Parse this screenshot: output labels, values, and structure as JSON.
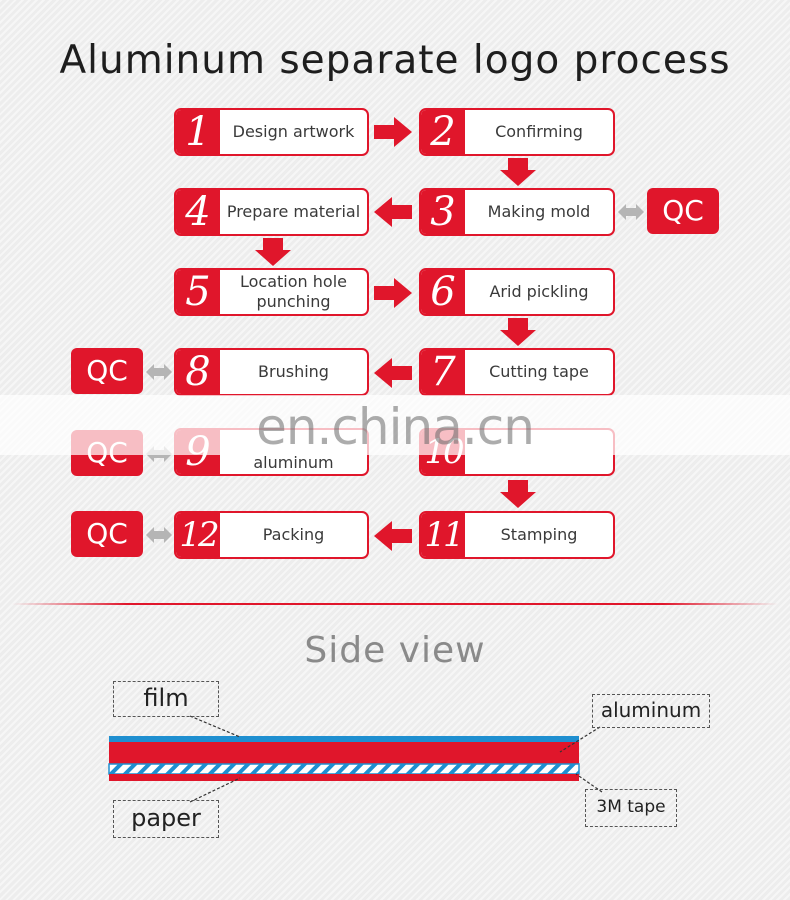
{
  "title": "Aluminum separate logo process",
  "steps": [
    {
      "num": "1",
      "label": "Design artwork"
    },
    {
      "num": "2",
      "label": "Confirming"
    },
    {
      "num": "3",
      "label": "Making mold"
    },
    {
      "num": "4",
      "label": "Prepare material"
    },
    {
      "num": "5",
      "label": "Location hole punching"
    },
    {
      "num": "6",
      "label": "Arid pickling"
    },
    {
      "num": "7",
      "label": "Cutting tape"
    },
    {
      "num": "8",
      "label": "Brushing"
    },
    {
      "num": "9",
      "label": "aluminum"
    },
    {
      "num": "10",
      "label": ""
    },
    {
      "num": "11",
      "label": "Stamping"
    },
    {
      "num": "12",
      "label": "Packing"
    }
  ],
  "qc_label": "QC",
  "watermark": "en.china.cn",
  "side_view": {
    "title": "Side view",
    "labels": {
      "film": "film",
      "paper": "paper",
      "aluminum": "aluminum",
      "tape": "3M tape"
    }
  },
  "colors": {
    "accent": "#e0162b",
    "film": "#1f8fd0",
    "arrow_gray": "#b5b5b5"
  }
}
